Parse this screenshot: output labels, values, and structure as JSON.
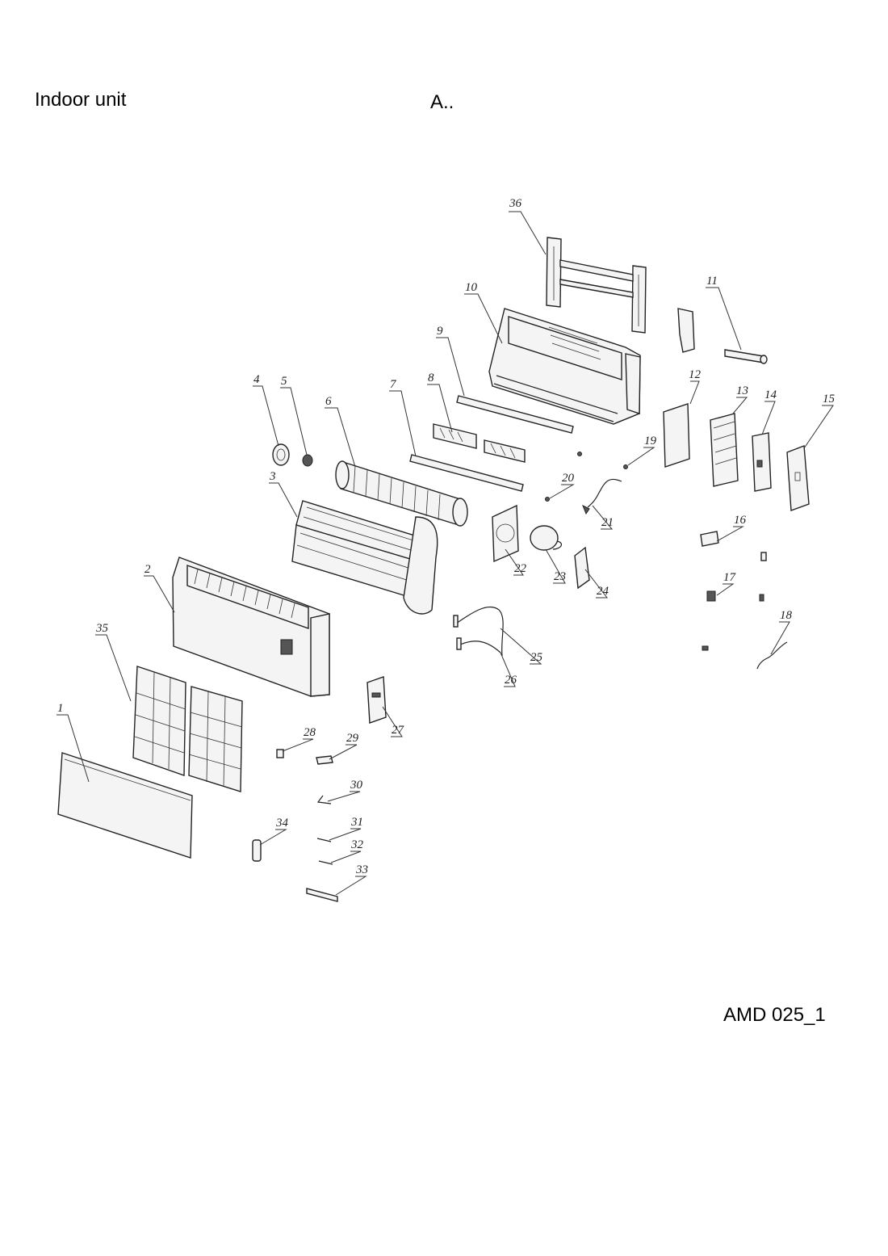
{
  "header": {
    "title": "Indoor unit",
    "section": "A..",
    "model_code": "AMD 025_1"
  },
  "callouts": [
    "1",
    "2",
    "3",
    "4",
    "5",
    "6",
    "7",
    "8",
    "9",
    "10",
    "11",
    "12",
    "13",
    "14",
    "15",
    "16",
    "17",
    "18",
    "19",
    "20",
    "21",
    "22",
    "23",
    "24",
    "25",
    "26",
    "27",
    "28",
    "29",
    "30",
    "31",
    "32",
    "33",
    "34",
    "35",
    "36"
  ]
}
